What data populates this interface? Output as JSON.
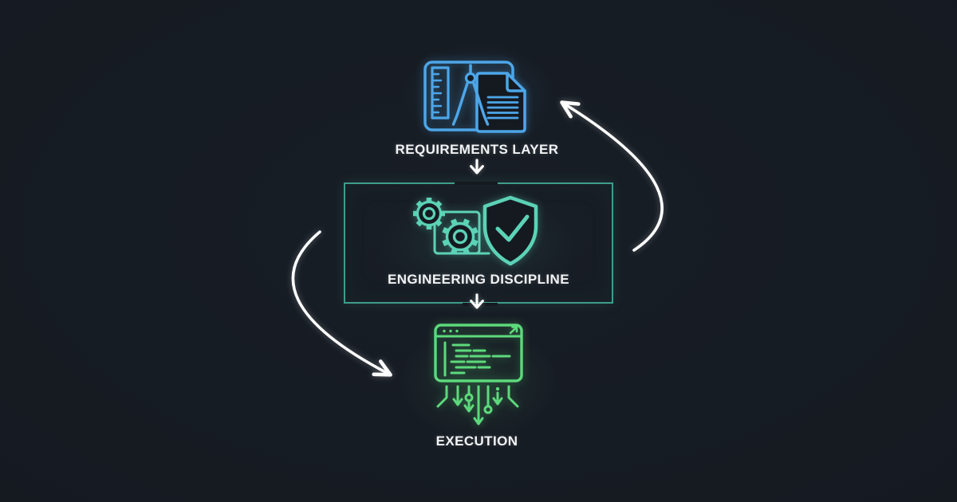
{
  "canvas": {
    "background_color": "#151a21",
    "label_color": "#f1f3f5"
  },
  "flow": {
    "connector_color": "#ffffff",
    "nodes": [
      {
        "id": "requirements",
        "label": "REQUIREMENTS LAYER",
        "icon": "blueprint-ruler-compass-document-icon",
        "accent_color": "#4da6e8"
      },
      {
        "id": "engineering-discipline",
        "label": "ENGINEERING DISCIPLINE",
        "icon": "gears-shield-check-icon",
        "accent_color": "#5cd2b6",
        "boxed": true,
        "box_border_color": "#3f9c8b"
      },
      {
        "id": "execution",
        "label": "EXECUTION",
        "icon": "code-window-circuit-icon",
        "accent_color": "#5dd97c"
      }
    ],
    "connectors": [
      {
        "type": "down-arrow",
        "from": "requirements",
        "to": "engineering-discipline"
      },
      {
        "type": "down-arrow",
        "from": "engineering-discipline",
        "to": "execution"
      },
      {
        "type": "curved-arrow",
        "side": "left",
        "from": "engineering-discipline",
        "to": "execution"
      },
      {
        "type": "curved-arrow",
        "side": "right",
        "from": "execution",
        "to": "requirements"
      }
    ]
  }
}
